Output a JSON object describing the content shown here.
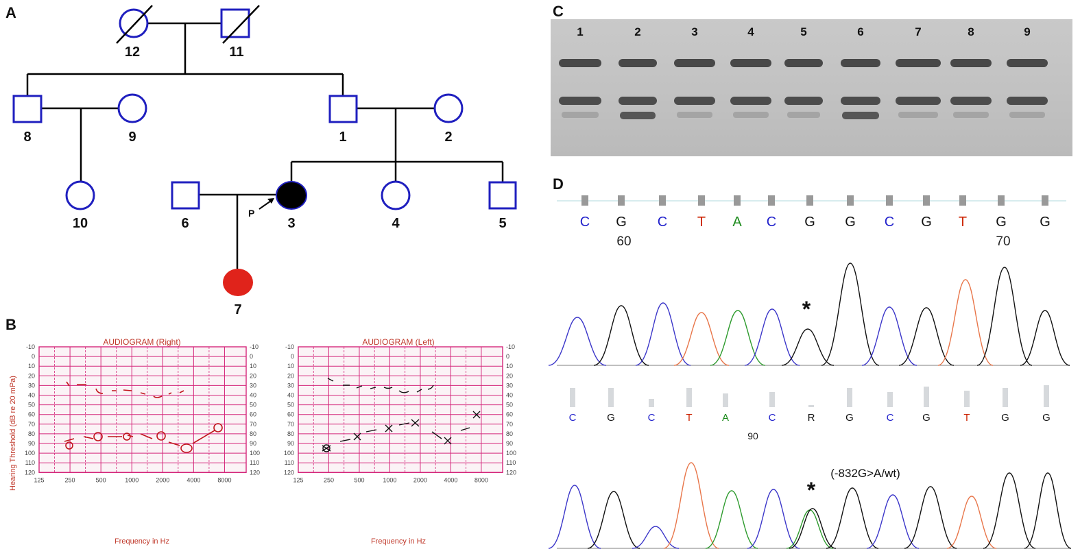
{
  "panels": {
    "a": "A",
    "b": "B",
    "c": "C",
    "d": "D"
  },
  "pedigree": {
    "individuals": [
      "12",
      "11",
      "8",
      "9",
      "1",
      "2",
      "10",
      "6",
      "3",
      "4",
      "5",
      "7"
    ],
    "proband_label": "P"
  },
  "audiogram": {
    "right_title": "AUDIOGRAM (Right)",
    "left_title": "AUDIOGRAM (Left)",
    "y_label": "Hearing Threshold (dB re 20 mPa)",
    "x_label": "Frequency in Hz",
    "y_ticks": [
      "-10",
      "0",
      "10",
      "20",
      "30",
      "40",
      "50",
      "60",
      "70",
      "80",
      "90",
      "100",
      "110",
      "120"
    ],
    "x_ticks": [
      "125",
      "250",
      "500",
      "1000",
      "2000",
      "4000",
      "8000"
    ]
  },
  "gel": {
    "lanes": [
      "1",
      "2",
      "3",
      "4",
      "5",
      "6",
      "7",
      "8",
      "9"
    ]
  },
  "sequencing": {
    "reference_bases": [
      "C",
      "G",
      "C",
      "T",
      "A",
      "C",
      "G",
      "G",
      "C",
      "G",
      "T",
      "G",
      "G"
    ],
    "reference_positions": [
      "60",
      "70"
    ],
    "patient_bases": [
      "C",
      "G",
      "C",
      "T",
      "A",
      "C",
      "R",
      "G",
      "C",
      "G",
      "T",
      "G",
      "G"
    ],
    "patient_position": "90",
    "asterisk": "*",
    "mutation_label": "(-832G>A/wt)"
  },
  "colors": {
    "pedigree_outline": "#1f1fbf",
    "affected_black": "#000000",
    "affected_red": "#e0231b",
    "audiogram_grid": "#d4267a",
    "base_C": "#2222cc",
    "base_G": "#111111",
    "base_T": "#cc2200",
    "base_A": "#1a8a1a",
    "trace_orange": "#e8764a"
  }
}
